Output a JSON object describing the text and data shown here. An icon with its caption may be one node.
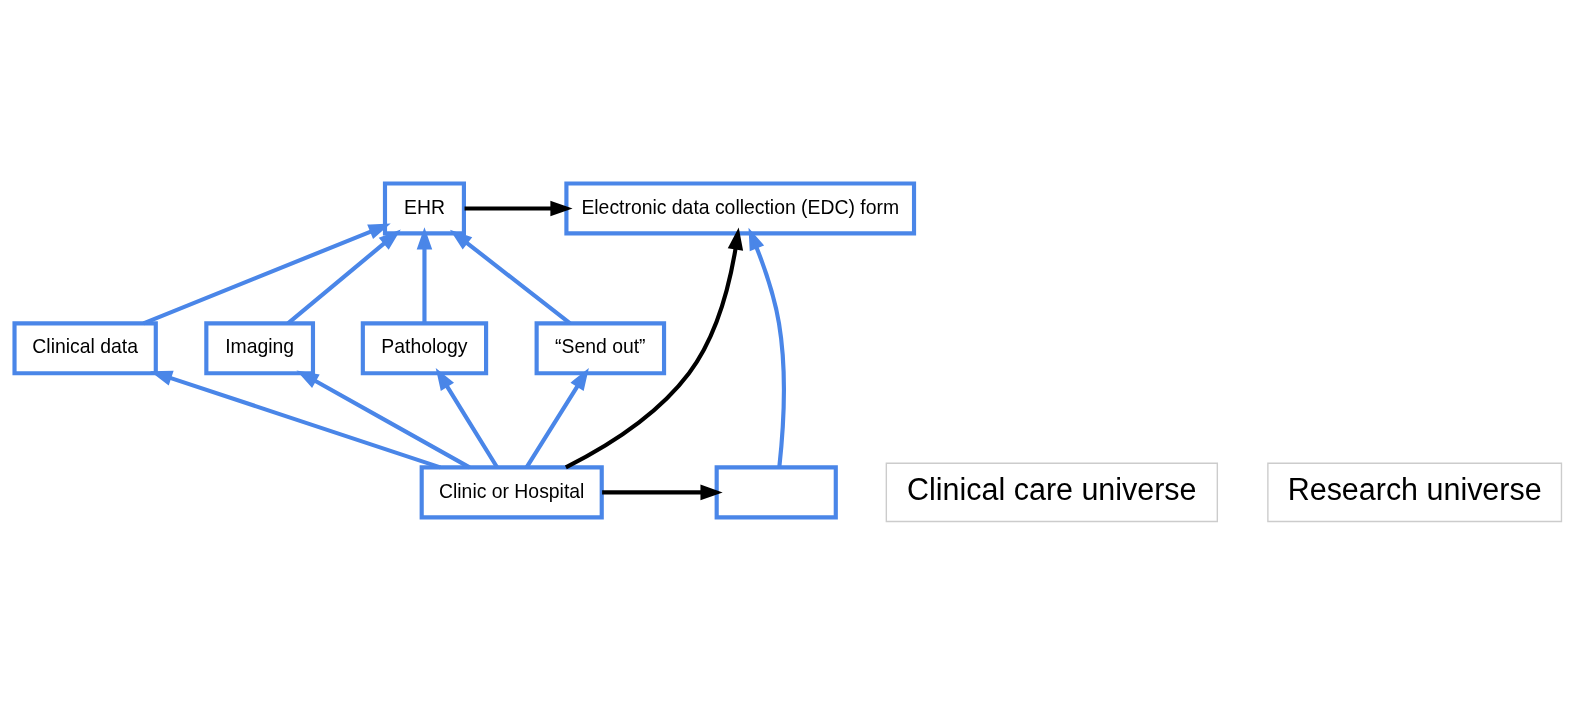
{
  "diagram": {
    "nodes": [
      {
        "text": [
          "EHR"
        ]
      },
      {
        "text": [
          "Clinical data"
        ]
      },
      {
        "text": [
          "Imaging"
        ]
      },
      {
        "text": [
          "Pathology"
        ]
      },
      {
        "text": [
          "“Send out”"
        ]
      },
      {
        "text": [
          "Clinic or Hospital"
        ]
      },
      {
        "text": [
          "Electronic data collection (EDC) form"
        ]
      },
      {
        "text": [],
        "shape": "box"
      },
      {
        "text": [
          "Clinical care universe"
        ]
      },
      {
        "text": [
          "Research universe"
        ]
      }
    ],
    "edges": [
      {
        "from": 0,
        "to": 6,
        "arrow": "to",
        "color": "#000000"
      },
      {
        "from": 1,
        "to": 0,
        "arrow": "to"
      },
      {
        "from": 2,
        "to": 0,
        "arrow": "to"
      },
      {
        "from": 3,
        "to": 0,
        "arrow": "to"
      },
      {
        "from": 4,
        "to": 0,
        "arrow": "to"
      },
      {
        "from": 5,
        "to": 1,
        "arrow": "to"
      },
      {
        "from": 5,
        "to": 2,
        "arrow": "to"
      },
      {
        "from": 5,
        "to": 3,
        "arrow": "to"
      },
      {
        "from": 5,
        "to": 4,
        "arrow": "to"
      },
      {
        "from": 5,
        "to": 6,
        "arrow": "to",
        "color": "#000000"
      },
      {
        "from": 5,
        "to": 7,
        "arrow": "to",
        "color": "#000000"
      },
      {
        "from": 7,
        "to": 6,
        "arrow": "to"
      }
    ]
  }
}
